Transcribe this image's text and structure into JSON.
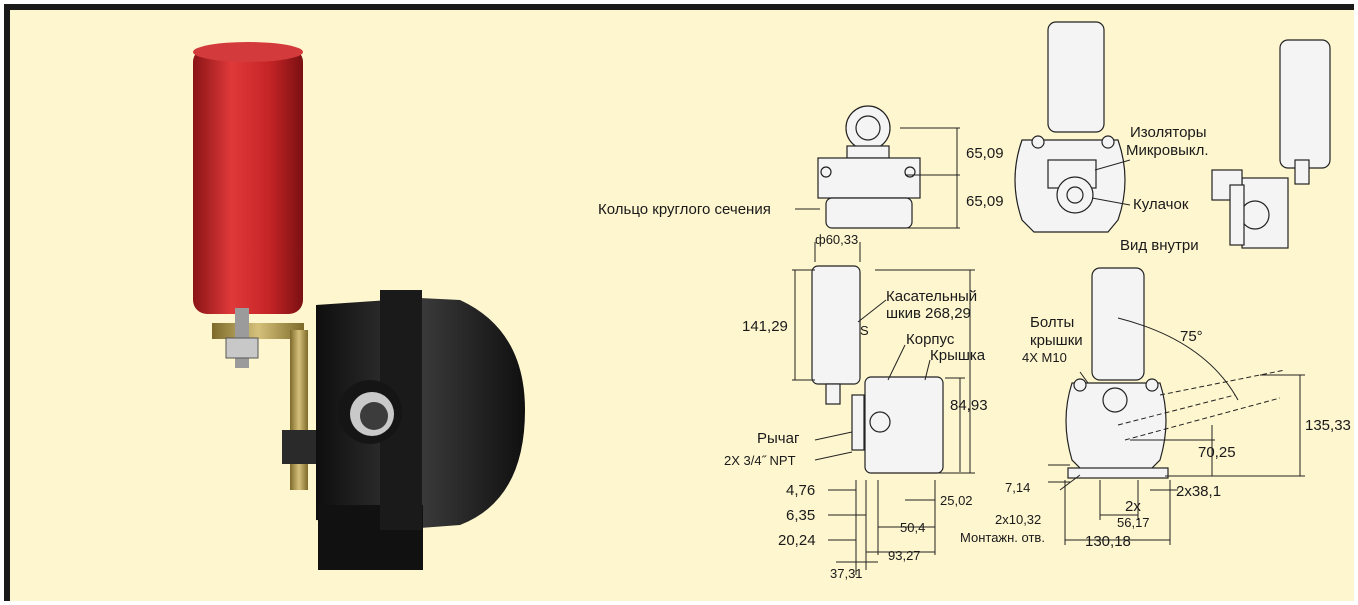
{
  "labels": {
    "o_ring": "Кольцо круглого сечения",
    "insulators": "Изоляторы",
    "microswitch": "Микровыкл.",
    "cam": "Кулачок",
    "inside_view": "Вид внутри",
    "tangent_pulley_1": "Касательный",
    "tangent_pulley_2": "шкив",
    "body": "Корпус",
    "cover": "Крышка",
    "lever": "Рычаг",
    "npt": "2X 3/4˝ NPT",
    "bolts_1": "Болты",
    "bolts_2": "крышки",
    "bolts_3": "4X M10",
    "mount_holes": "Монтажн. отв.",
    "s_mark": "S"
  },
  "dimensions": {
    "d1": "65,09",
    "d2": "65,09",
    "d3": "ф60,33",
    "d4": "141,29",
    "d5": "268,29",
    "d6": "84,93",
    "d7": "75°",
    "d8": "135,33",
    "d9": "70,25",
    "d10": "4,76",
    "d11": "6,35",
    "d12": "20,24",
    "d13": "37,31",
    "d14": "25,02",
    "d15": "50,4",
    "d16": "93,27",
    "d17": "7,14",
    "d18": "2x10,32",
    "d19": "2x",
    "d20": "56,17",
    "d21": "2x38,1",
    "d22": "130,18"
  },
  "colors": {
    "background": "#fdf6cf",
    "cylinder": "#c8282a",
    "housing": "#1c1c1c"
  }
}
